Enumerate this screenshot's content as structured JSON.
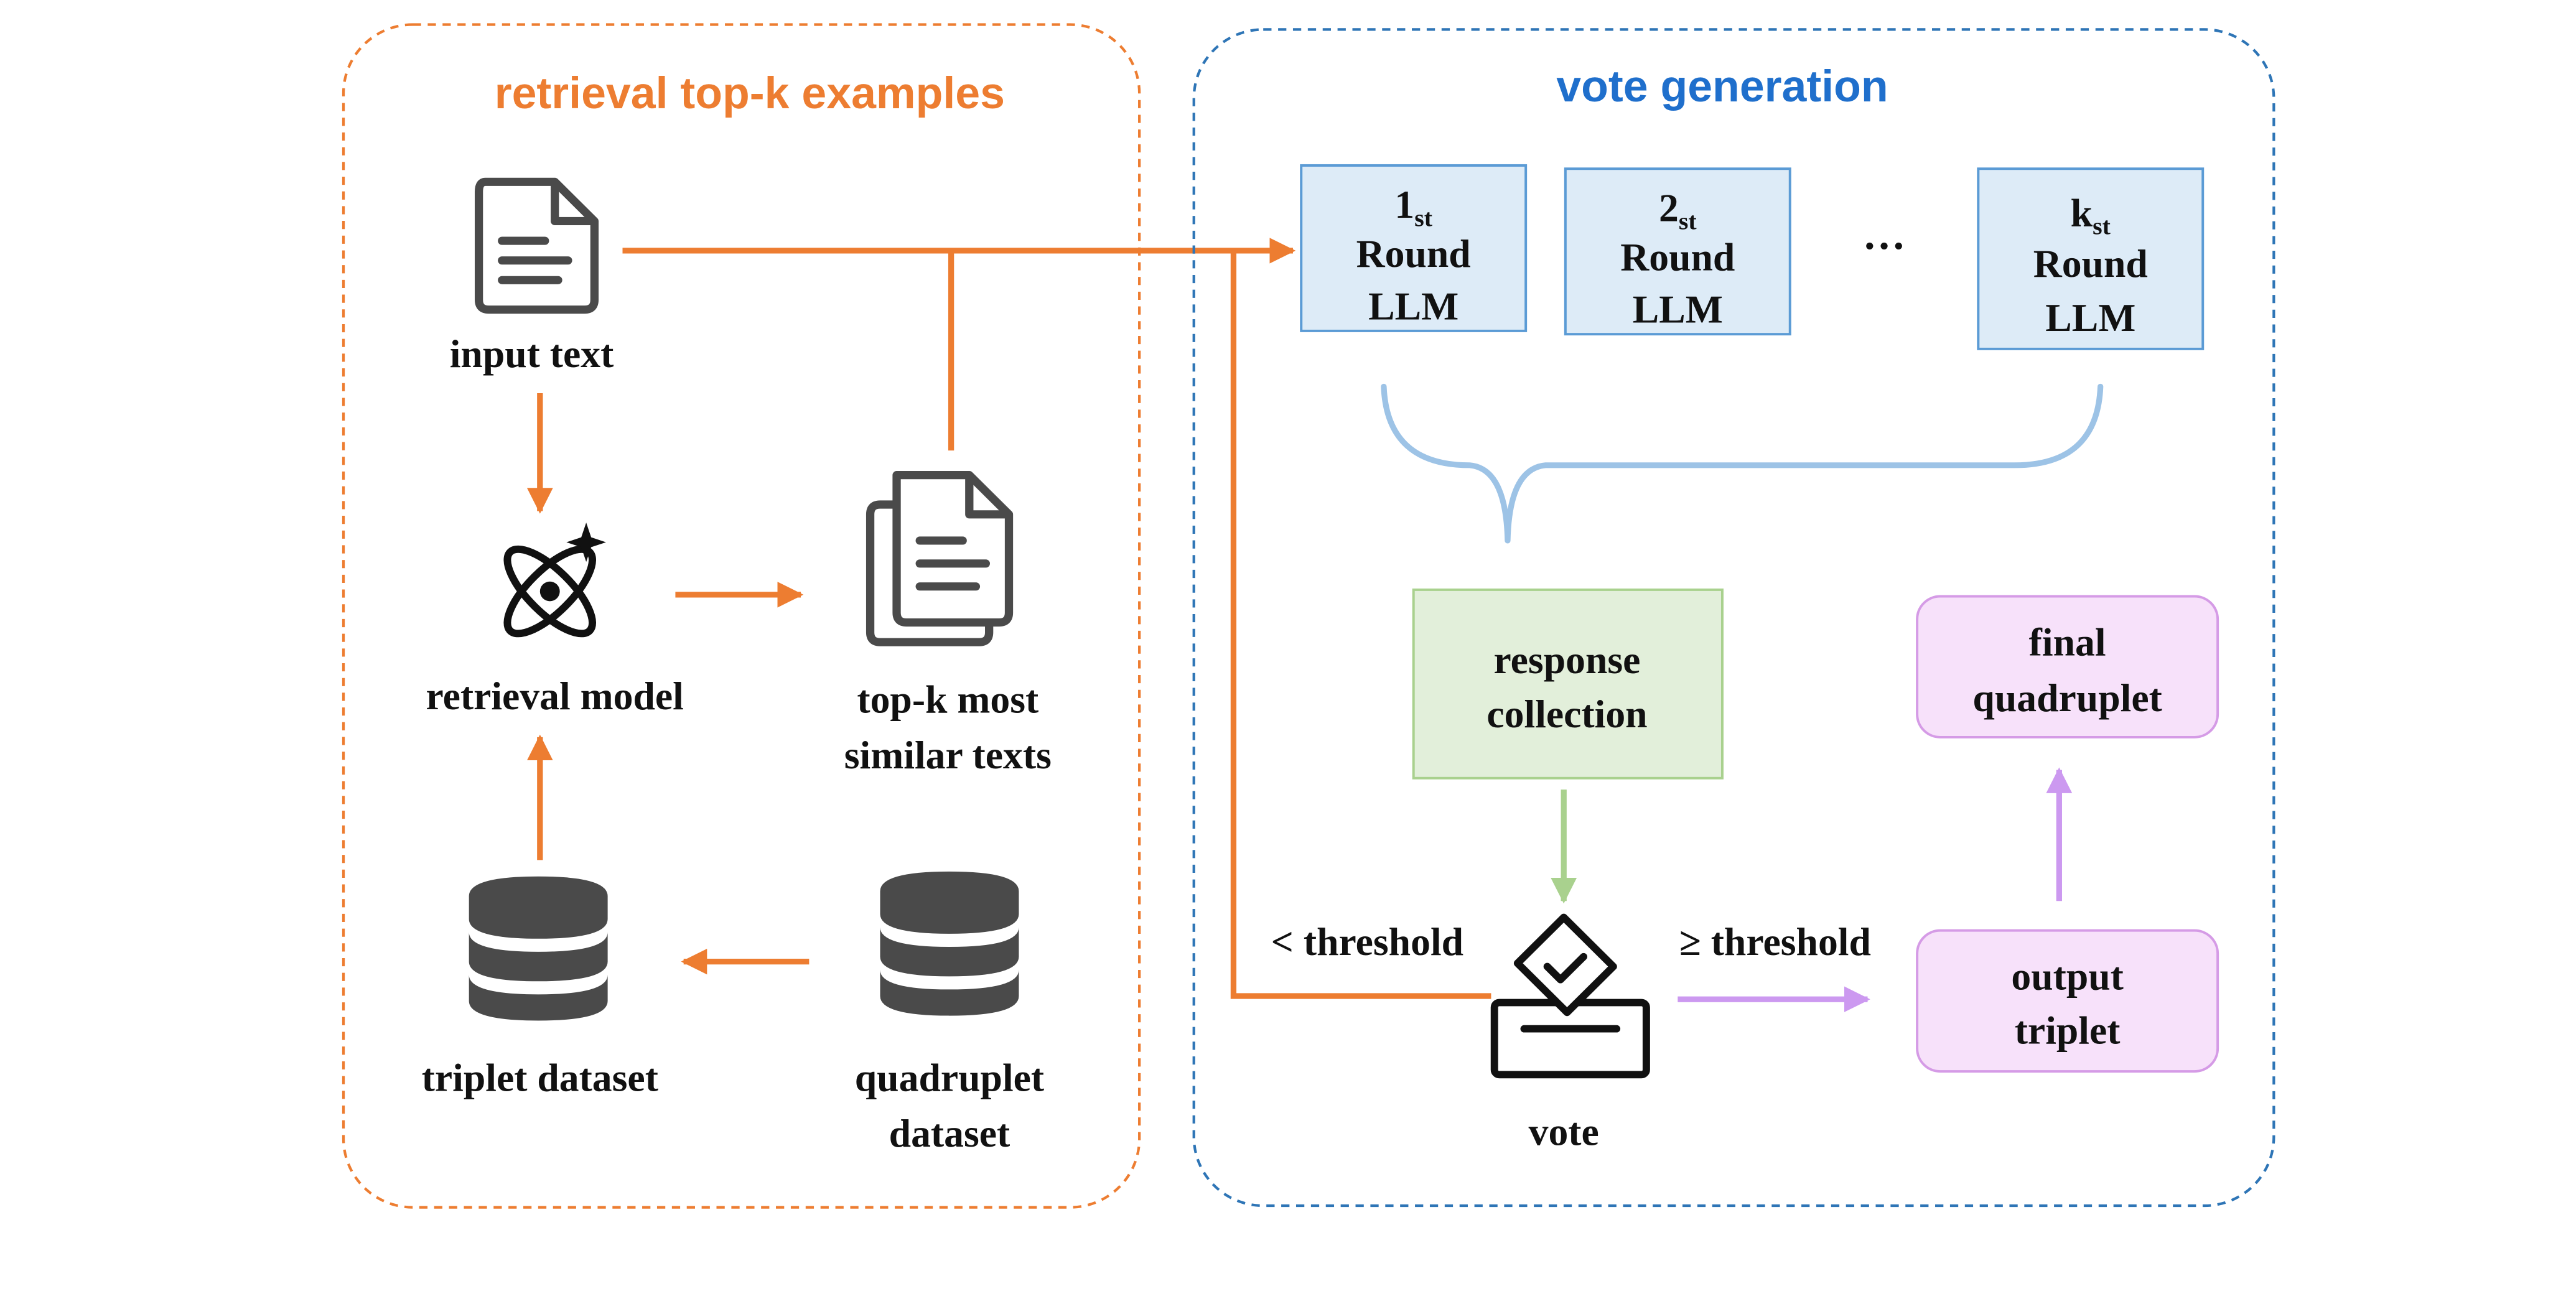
{
  "left_panel": {
    "title": "retrieval top-k examples",
    "input_text_label": "input text",
    "retrieval_model_label": "retrieval model",
    "topk_label_line1": "top-k most",
    "topk_label_line2": "similar texts",
    "triplet_dataset_label": "triplet dataset",
    "quadruplet_dataset_line1": "quadruplet",
    "quadruplet_dataset_line2": "dataset"
  },
  "right_panel": {
    "title": "vote generation",
    "llm_boxes": [
      {
        "ordinal_main": "1",
        "ordinal_sub": "st",
        "line2": "Round",
        "line3": "LLM"
      },
      {
        "ordinal_main": "2",
        "ordinal_sub": "st",
        "line2": "Round",
        "line3": "LLM"
      },
      {
        "ordinal_main": "k",
        "ordinal_sub": "st",
        "line2": "Round",
        "line3": "LLM"
      }
    ],
    "ellipsis": "…",
    "response_collection_line1": "response",
    "response_collection_line2": "collection",
    "vote_label": "vote",
    "below_threshold": "< threshold",
    "above_threshold": "≥ threshold",
    "output_triplet_line1": "output",
    "output_triplet_line2": "triplet",
    "final_quadruplet_line1": "final",
    "final_quadruplet_line2": "quadruplet"
  },
  "colors": {
    "orange": "#ED7D31",
    "blue_border": "#2E75B6",
    "blue_title": "#1F6FCC",
    "llm_fill": "#DDEBF7",
    "llm_border": "#5B9BD5",
    "brace": "#9DC3E6",
    "green_fill": "#E2EFDA",
    "green_border": "#A9D18E",
    "purple_fill": "#F7E1FA",
    "purple_border": "#D59BE6",
    "purple_arrow": "#CC99F0",
    "icon_gray": "#4a4a4a"
  },
  "icons": [
    "document-icon",
    "retrieval-model-icon",
    "documents-stack-icon",
    "database-icon",
    "ballot-box-icon"
  ]
}
